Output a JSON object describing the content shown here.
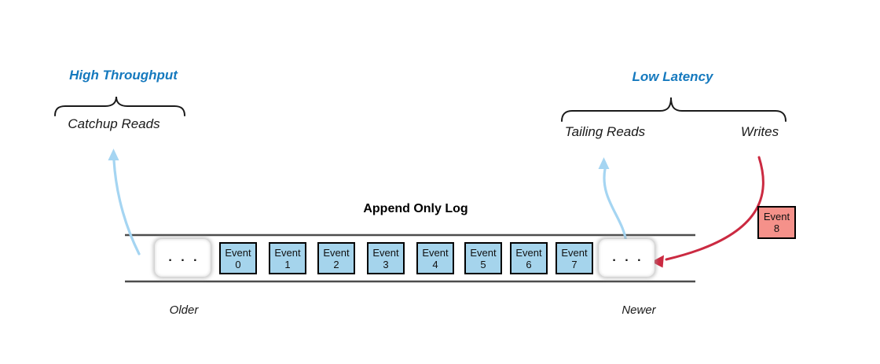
{
  "colors": {
    "accent_blue": "#1579BE",
    "event_fill": "#A5D4EC",
    "event_border": "#000000",
    "incoming_event_fill": "#F5918A",
    "arrow_blue": "#A5D5F2",
    "arrow_red": "#CB2A41",
    "log_line_gray": "#4D4D4D",
    "brace_black": "#1A1A1A"
  },
  "annotations": {
    "high_throughput": "High Throughput",
    "catchup_reads": "Catchup Reads",
    "low_latency": "Low Latency",
    "tailing_reads": "Tailing Reads",
    "writes": "Writes"
  },
  "log": {
    "title": "Append Only Log",
    "older": "Older",
    "newer": "Newer",
    "ellipsis_older": ". . .",
    "ellipsis_newer": ". . .",
    "events": [
      {
        "word": "Event",
        "num": "0"
      },
      {
        "word": "Event",
        "num": "1"
      },
      {
        "word": "Event",
        "num": "2"
      },
      {
        "word": "Event",
        "num": "3"
      },
      {
        "word": "Event",
        "num": "4"
      },
      {
        "word": "Event",
        "num": "5"
      },
      {
        "word": "Event",
        "num": "6"
      },
      {
        "word": "Event",
        "num": "7"
      }
    ],
    "incoming_event": {
      "word": "Event",
      "num": "8"
    }
  }
}
